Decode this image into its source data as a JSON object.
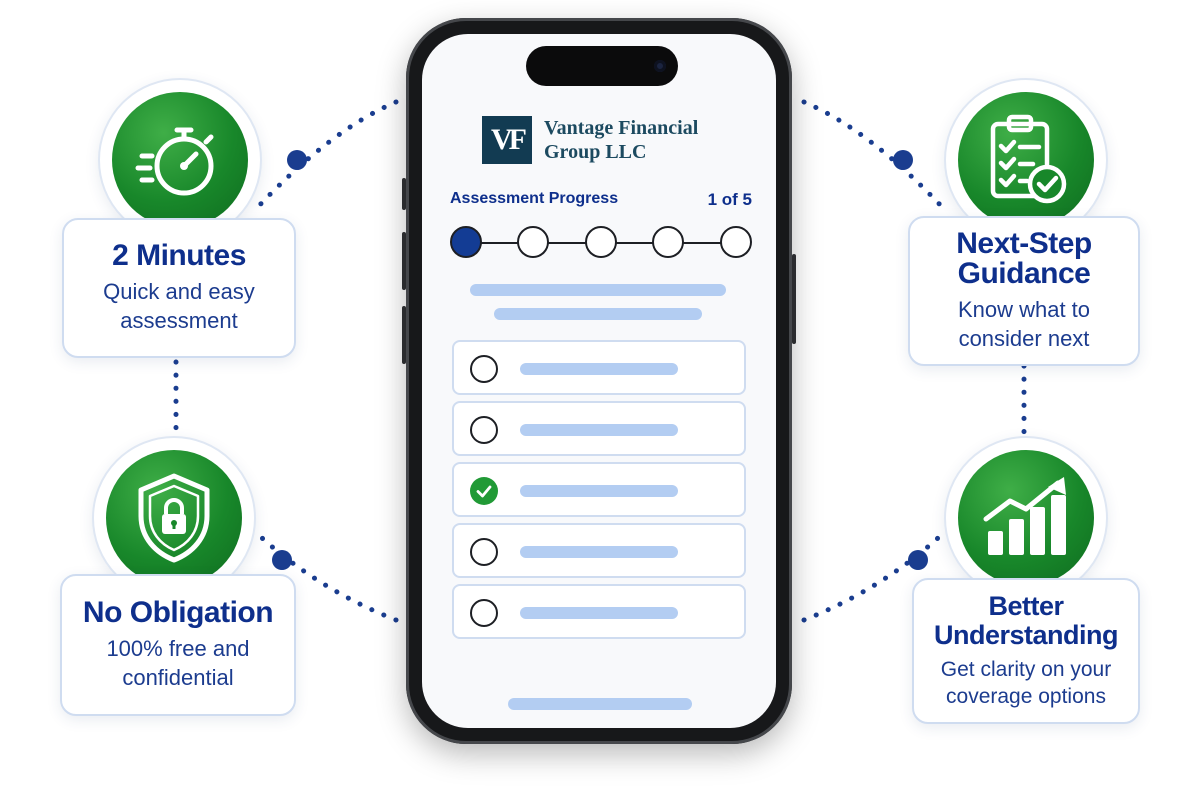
{
  "brand": {
    "logo_mark": "VF",
    "name_line1": "Vantage Financial",
    "name_line2": "Group LLC"
  },
  "assessment": {
    "progress_label": "Assessment Progress",
    "progress_count": "1 of 5",
    "current_step": 1,
    "total_steps": 5,
    "options": [
      {
        "checked": false
      },
      {
        "checked": false
      },
      {
        "checked": true
      },
      {
        "checked": false
      },
      {
        "checked": false
      }
    ]
  },
  "features": {
    "time": {
      "title": "2 Minutes",
      "desc_line1": "Quick and easy",
      "desc_line2": "assessment",
      "icon": "stopwatch-icon"
    },
    "obligation": {
      "title": "No Obligation",
      "desc_line1": "100% free and",
      "desc_line2": "confidential",
      "icon": "shield-lock-icon"
    },
    "guidance": {
      "title_line1": "Next-Step",
      "title_line2": "Guidance",
      "desc_line1": "Know what to",
      "desc_line2": "consider next",
      "icon": "clipboard-check-icon"
    },
    "understanding": {
      "title_line1": "Better",
      "title_line2": "Understanding",
      "desc_line1": "Get clarity on your",
      "desc_line2": "coverage options",
      "icon": "growth-chart-icon"
    }
  },
  "colors": {
    "navy": "#0e2f8c",
    "green": "#18872a",
    "placeholder_blue": "#b3cdf2",
    "dot_blue": "#133c94"
  }
}
